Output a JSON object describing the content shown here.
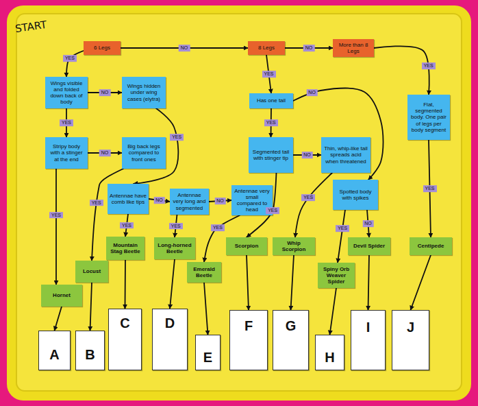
{
  "diagram": {
    "nodes": [
      {
        "text": [
          "6 Legs"
        ]
      },
      {
        "text": [
          "8 Legs"
        ]
      },
      {
        "text": [
          "More than 8 Legs"
        ]
      },
      {
        "text": [
          "Wings visible and folded down back of body"
        ]
      },
      {
        "text": [
          "Wings hidden under wing cases (elytra)"
        ]
      },
      {
        "text": [
          "Stripy body with a stinger at the end"
        ]
      },
      {
        "text": [
          "Big back legs compared to front ones"
        ]
      },
      {
        "text": [
          "Antennae have comb like tips"
        ]
      },
      {
        "text": [
          "Antennae very long and segmented"
        ]
      },
      {
        "text": [
          "Antennae very small compared to head"
        ]
      },
      {
        "text": [
          "Has one tail"
        ]
      },
      {
        "text": [
          "Segmented tail with stinger tip"
        ]
      },
      {
        "text": [
          "Thin, whip-like tail spreads acid when threatened"
        ]
      },
      {
        "text": [
          "Spotted body with spikes"
        ]
      },
      {
        "text": [
          "Flat, segmented body. One pair of legs per body segment"
        ]
      },
      {
        "text": [
          "Mountain Stag Beetle"
        ]
      },
      {
        "text": [
          "Long-horned Beetle"
        ]
      },
      {
        "text": [
          "Emerald Beetle"
        ]
      },
      {
        "text": [
          "Scorpion"
        ]
      },
      {
        "text": [
          "Whip Scorpion"
        ]
      },
      {
        "text": [
          "Spiny Orb Weaver Spider"
        ]
      },
      {
        "text": [
          "Devil Spider"
        ]
      },
      {
        "text": [
          "Centipede"
        ]
      },
      {
        "text": [
          "Locust"
        ]
      },
      {
        "text": [
          "Hornet"
        ]
      },
      {
        "text": [
          "A"
        ]
      },
      {
        "text": [
          "B"
        ]
      },
      {
        "text": [
          "C"
        ]
      },
      {
        "text": [
          "D"
        ]
      },
      {
        "text": [
          "E"
        ]
      },
      {
        "text": [
          "F"
        ]
      },
      {
        "text": [
          "G"
        ]
      },
      {
        "text": [
          "H"
        ]
      },
      {
        "text": [
          "I"
        ]
      },
      {
        "text": [
          "J"
        ]
      }
    ],
    "edges": [
      {
        "from": 0,
        "to": 1,
        "label": "NO",
        "arrow": "to"
      },
      {
        "from": 1,
        "to": 2,
        "label": "NO",
        "arrow": "to"
      },
      {
        "from": 0,
        "to": 3,
        "label": "YES",
        "arrow": "to"
      },
      {
        "from": 3,
        "to": 4,
        "label": "NO",
        "arrow": "to"
      },
      {
        "from": 3,
        "to": 5,
        "label": "YES",
        "arrow": "to"
      },
      {
        "from": 5,
        "to": 6,
        "label": "NO",
        "arrow": "to"
      },
      {
        "from": 5,
        "to": 24,
        "label": "YES",
        "arrow": "to"
      },
      {
        "from": 6,
        "to": 23,
        "label": "YES",
        "arrow": "to"
      },
      {
        "from": 4,
        "to": 7,
        "label": "YES",
        "arrow": "to"
      },
      {
        "from": 7,
        "to": 8,
        "label": "NO",
        "arrow": "to"
      },
      {
        "from": 8,
        "to": 9,
        "label": "NO",
        "arrow": "to"
      },
      {
        "from": 7,
        "to": 15,
        "label": "YES",
        "arrow": "to"
      },
      {
        "from": 8,
        "to": 16,
        "label": "YES",
        "arrow": "to"
      },
      {
        "from": 9,
        "to": 17,
        "label": "YES",
        "arrow": "to"
      },
      {
        "from": 1,
        "to": 10,
        "label": "YES",
        "arrow": "to"
      },
      {
        "from": 10,
        "to": 11,
        "label": "YES",
        "arrow": "to"
      },
      {
        "from": 10,
        "to": 13,
        "label": "NO",
        "arrow": "to"
      },
      {
        "from": 11,
        "to": 12,
        "label": "NO",
        "arrow": "to"
      },
      {
        "from": 11,
        "to": 18,
        "label": "YES",
        "arrow": "to"
      },
      {
        "from": 12,
        "to": 19,
        "label": "YES",
        "arrow": "to"
      },
      {
        "from": 13,
        "to": 20,
        "label": "YES",
        "arrow": "to"
      },
      {
        "from": 13,
        "to": 21,
        "label": "NO",
        "arrow": "to"
      },
      {
        "from": 2,
        "to": 14,
        "label": "YES",
        "arrow": "to"
      },
      {
        "from": 14,
        "to": 22,
        "label": "YES",
        "arrow": "to"
      },
      {
        "from": 24,
        "to": 25,
        "arrow": "to"
      },
      {
        "from": 23,
        "to": 26,
        "arrow": "to"
      },
      {
        "from": 15,
        "to": 27,
        "arrow": "to"
      },
      {
        "from": 16,
        "to": 28,
        "arrow": "to"
      },
      {
        "from": 17,
        "to": 29,
        "arrow": "to"
      },
      {
        "from": 18,
        "to": 30,
        "arrow": "to"
      },
      {
        "from": 19,
        "to": 31,
        "arrow": "to"
      },
      {
        "from": 20,
        "to": 32,
        "arrow": "to"
      },
      {
        "from": 21,
        "to": 33,
        "arrow": "to"
      },
      {
        "from": 22,
        "to": 34,
        "arrow": "to"
      }
    ],
    "labels": [
      "START"
    ]
  }
}
